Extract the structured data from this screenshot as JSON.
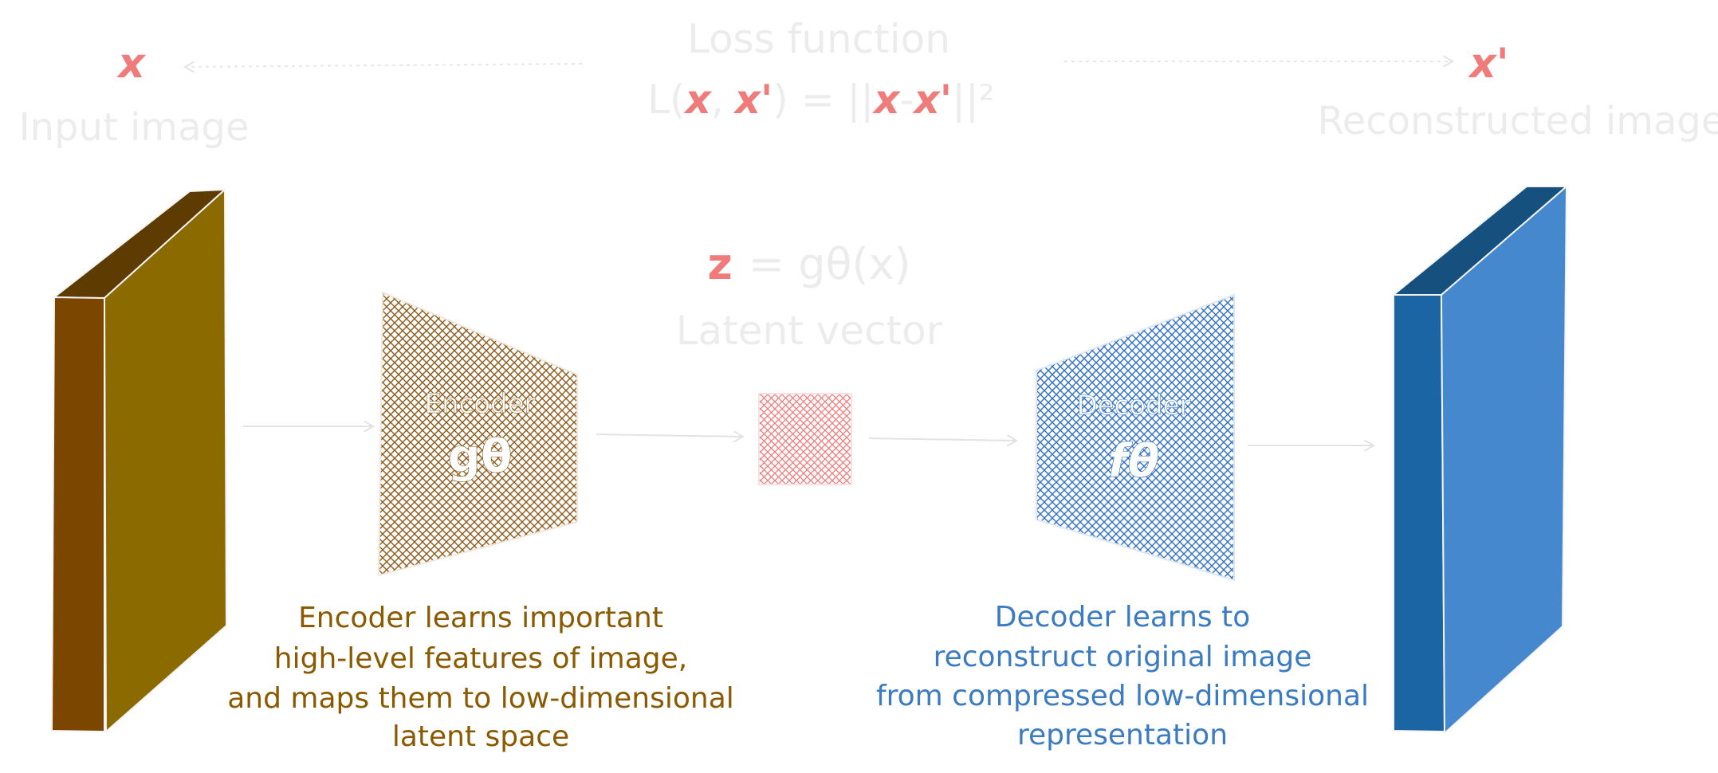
{
  "colors": {
    "faint": "#ececec",
    "red": "#ef7b7b",
    "brown_front": "#8b6a00",
    "brown_side": "#7a4600",
    "brown_top": "#5e3b00",
    "brown_text": "#8b5a00",
    "blue_front": "#4688cd",
    "blue_side": "#1c65a5",
    "blue_top": "#15507f",
    "blue_text": "#3b7bc2"
  },
  "input": {
    "symbol": "x",
    "label": "Input image"
  },
  "output": {
    "symbol": "x'",
    "label": "Reconstructed image"
  },
  "loss": {
    "title": "Loss function",
    "formula_prefix": "L(",
    "formula_x": "x",
    "formula_comma": ",",
    "formula_xp": "x'",
    "formula_mid": ") = ||",
    "formula_x2": "x",
    "formula_dash": "-",
    "formula_xp2": "x'",
    "formula_suffix": "||²"
  },
  "latent": {
    "z": "z",
    "equation": "= gθ(x)",
    "label": "Latent vector"
  },
  "encoder": {
    "name": "Encoder",
    "symbol": "gθ",
    "caption": [
      "Encoder learns important",
      "high-level features of image,",
      "and maps them to low-dimensional",
      "latent space"
    ]
  },
  "decoder": {
    "name": "Decoder",
    "symbol": "fθ",
    "caption": [
      "Decoder learns to",
      "reconstruct original image",
      "from compressed low-dimensional",
      "representation"
    ]
  }
}
